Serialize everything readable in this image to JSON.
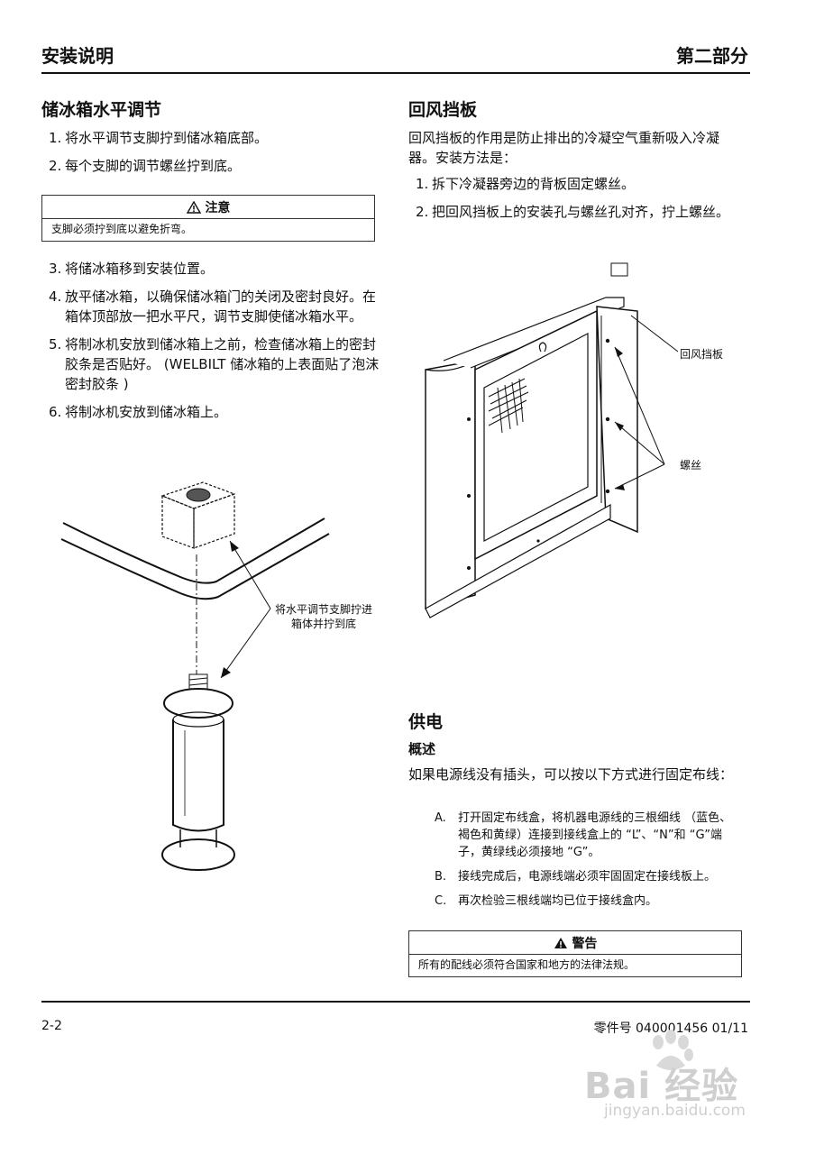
{
  "header": {
    "left": "安装说明",
    "right": "第二部分"
  },
  "left": {
    "title": "储冰箱水平调节",
    "steps_a": [
      {
        "num": "1.",
        "text": "将水平调节支脚拧到储冰箱底部。"
      },
      {
        "num": "2.",
        "text": "每个支脚的调节螺丝拧到底。"
      }
    ],
    "caution": {
      "title": "注意",
      "body": "支脚必须拧到底以避免折弯。"
    },
    "steps_b": [
      {
        "num": "3.",
        "text": "将储冰箱移到安装位置。"
      },
      {
        "num": "4.",
        "text": "放平储冰箱，以确保储冰箱门的关闭及密封良好。在箱体顶部放一把水平尺，调节支脚使储冰箱水平。"
      },
      {
        "num": "5.",
        "text": "将制冰机安放到储冰箱上之前，检查储冰箱上的密封胶条是否贴好。 (WELBILT 储冰箱的上表面贴了泡沫密封胶条 )"
      },
      {
        "num": "6.",
        "text": "将制冰机安放到储冰箱上。"
      }
    ],
    "figure_label": "将水平调节支脚拧进箱体并拧到底"
  },
  "right": {
    "title": "回风挡板",
    "intro": "回风挡板的作用是防止排出的冷凝空气重新吸入冷凝器。安装方法是：",
    "steps": [
      {
        "num": "1.",
        "text": "拆下冷凝器旁边的背板固定螺丝。"
      },
      {
        "num": "2.",
        "text": "把回风挡板上的安装孔与螺丝孔对齐，拧上螺丝。"
      }
    ],
    "fig_label_baffle": "回风挡板",
    "fig_label_screw": "螺丝",
    "power_title": "供电",
    "overview_title": "概述",
    "power_intro": "如果电源线没有插头，可以按以下方式进行固定布线：",
    "sub_steps": [
      {
        "num": "A.",
        "text": "打开固定布线盒，将机器电源线的三根细线 （蓝色、褐色和黄绿）连接到接线盒上的 “L”、“N”和 “G”端子，黄绿线必须接地 “G”。"
      },
      {
        "num": "B.",
        "text": "接线完成后，电源线端必须牢固固定在接线板上。"
      },
      {
        "num": "C.",
        "text": "再次检验三根线端均已位于接线盒内。"
      }
    ],
    "warning": {
      "title": "警告",
      "body": "所有的配线必须符合国家和地方的法律法规。"
    }
  },
  "footer": {
    "left": "2-2",
    "right": "零件号 040001456 01/11"
  },
  "watermark": {
    "brand": "Bai 经验",
    "url": "jingyan.baidu.com"
  }
}
